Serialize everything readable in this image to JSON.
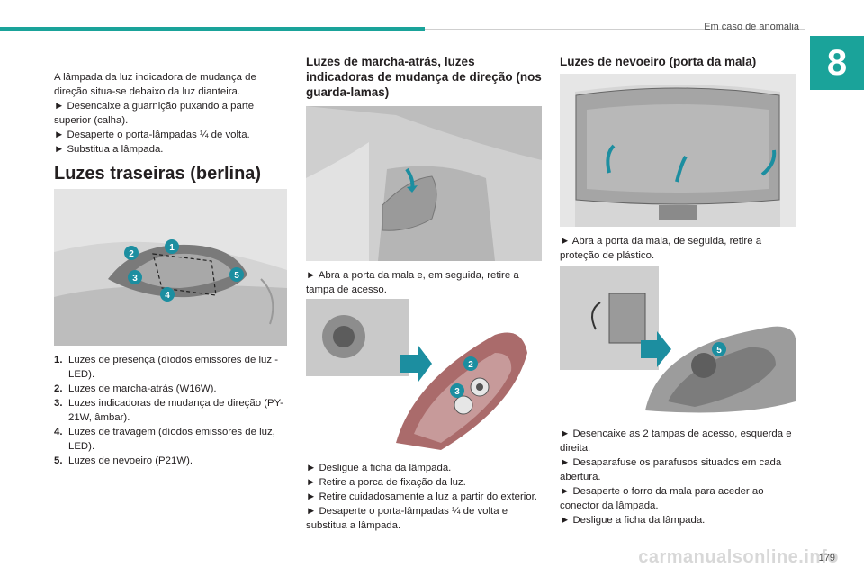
{
  "header": {
    "chapter_title": "Em caso de anomalia",
    "chapter_number": "8"
  },
  "col1": {
    "intro": "A lâmpada da luz indicadora de mudança de direção situa-se debaixo da luz dianteira.",
    "steps": [
      "► Desencaixe a guarnição puxando a parte superior (calha).",
      "► Desaperte o porta-lâmpadas ¼ de volta.",
      "► Substitua a lâmpada."
    ],
    "section_title": "Luzes traseiras (berlina)",
    "figure_callouts": [
      "1",
      "2",
      "3",
      "4",
      "5"
    ],
    "legend": [
      {
        "num": "1.",
        "text": "Luzes de presença (díodos emissores de luz - LED)."
      },
      {
        "num": "2.",
        "text": "Luzes de marcha-atrás (W16W)."
      },
      {
        "num": "3.",
        "text": "Luzes indicadoras de mudança de direção (PY-21W, âmbar)."
      },
      {
        "num": "4.",
        "text": "Luzes de travagem (díodos emissores de luz, LED)."
      },
      {
        "num": "5.",
        "text": "Luzes de nevoeiro (P21W)."
      }
    ]
  },
  "col2": {
    "title": "Luzes de marcha-atrás, luzes indicadoras de mudança de direção (nos guarda-lamas)",
    "step1": "► Abra a porta da mala e, em seguida, retire a tampa de acesso.",
    "figure_callouts": [
      "2",
      "3"
    ],
    "steps": [
      "► Desligue a ficha da lâmpada.",
      "► Retire a porca de fixação da luz.",
      "► Retire cuidadosamente a luz a partir do exterior.",
      "► Desaperte o porta-lâmpadas ¼ de volta e substitua a lâmpada."
    ]
  },
  "col3": {
    "title": "Luzes de nevoeiro (porta da mala)",
    "step1": "► Abra a porta da mala, de seguida, retire a proteção de plástico.",
    "figure_callouts": [
      "5"
    ],
    "steps": [
      "► Desencaixe as 2 tampas de acesso, esquerda e direita.",
      "► Desaparafuse os parafusos situados em cada abertura.",
      "► Desaperte o forro da mala para aceder ao conector da lâmpada.",
      "► Desligue a ficha da lâmpada."
    ]
  },
  "footer": {
    "page_number": "179",
    "watermark": "carmanualsonline.info"
  },
  "colors": {
    "accent": "#1aa39a",
    "callout": "#1c8ea0"
  }
}
